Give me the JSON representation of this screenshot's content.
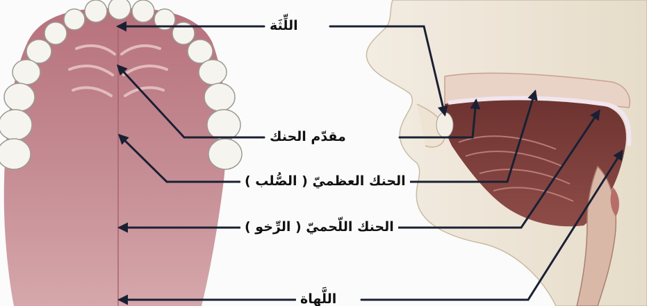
{
  "labels": {
    "gum": "اللِّثَة",
    "front_palate": "مقدّم الحنك",
    "hard_palate": "الحنك العظميّ ( الصُّلب )",
    "soft_palate": "الحنك اللّحميّ ( الرِّخو )",
    "uvula": "اللَّهاة"
  }
}
